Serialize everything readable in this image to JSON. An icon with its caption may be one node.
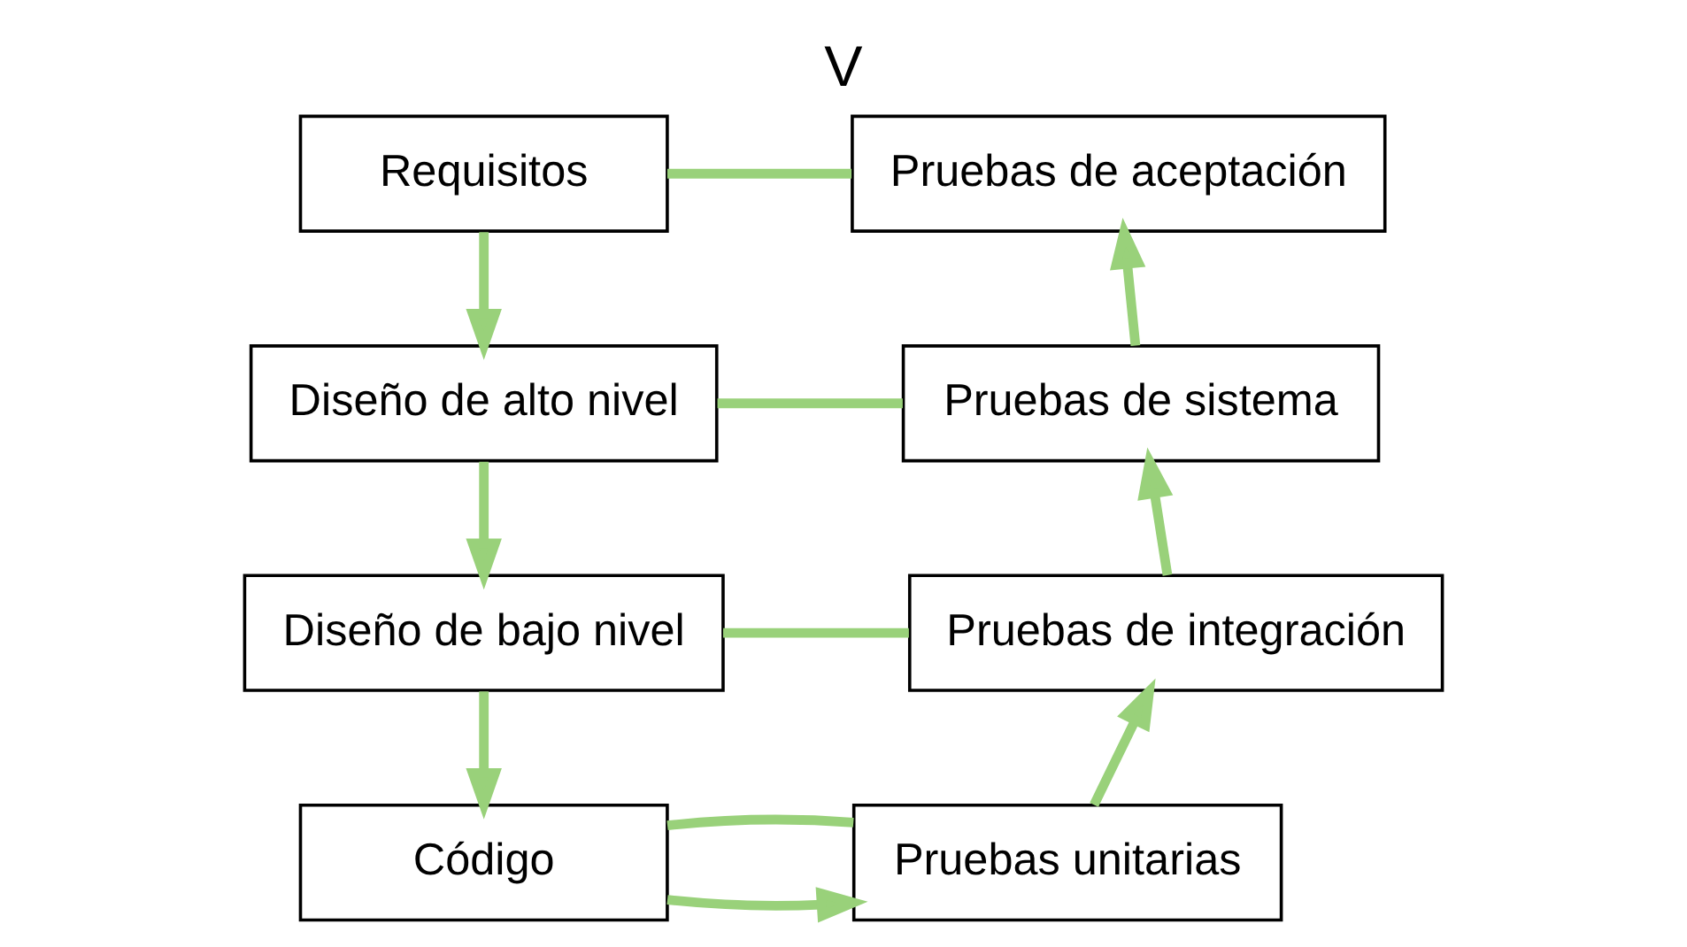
{
  "diagram": {
    "title": "V",
    "nodes": [
      {
        "text": [
          "Requisitos"
        ]
      },
      {
        "text": [
          "Diseño de alto nivel"
        ]
      },
      {
        "text": [
          "Diseño de bajo nivel"
        ]
      },
      {
        "text": [
          "Código"
        ]
      },
      {
        "text": [
          "Pruebas unitarias"
        ]
      },
      {
        "text": [
          "Pruebas de integración"
        ]
      },
      {
        "text": [
          "Pruebas de sistema"
        ]
      },
      {
        "text": [
          "Pruebas de aceptación"
        ]
      }
    ],
    "edges": [
      {
        "from": 0,
        "to": 1,
        "arrow": "to"
      },
      {
        "from": 1,
        "to": 2,
        "arrow": "to"
      },
      {
        "from": 2,
        "to": 3,
        "arrow": "to"
      },
      {
        "from": 3,
        "to": 4,
        "arrow": "to"
      },
      {
        "from": 4,
        "to": 5,
        "arrow": "to"
      },
      {
        "from": 5,
        "to": 6,
        "arrow": "to"
      },
      {
        "from": 6,
        "to": 7,
        "arrow": "to"
      },
      {
        "from": 0,
        "to": 7,
        "arrow": "none"
      },
      {
        "from": 1,
        "to": 6,
        "arrow": "none"
      },
      {
        "from": 2,
        "to": 5,
        "arrow": "none"
      },
      {
        "from": 3,
        "to": 4,
        "arrow": "none"
      }
    ]
  }
}
